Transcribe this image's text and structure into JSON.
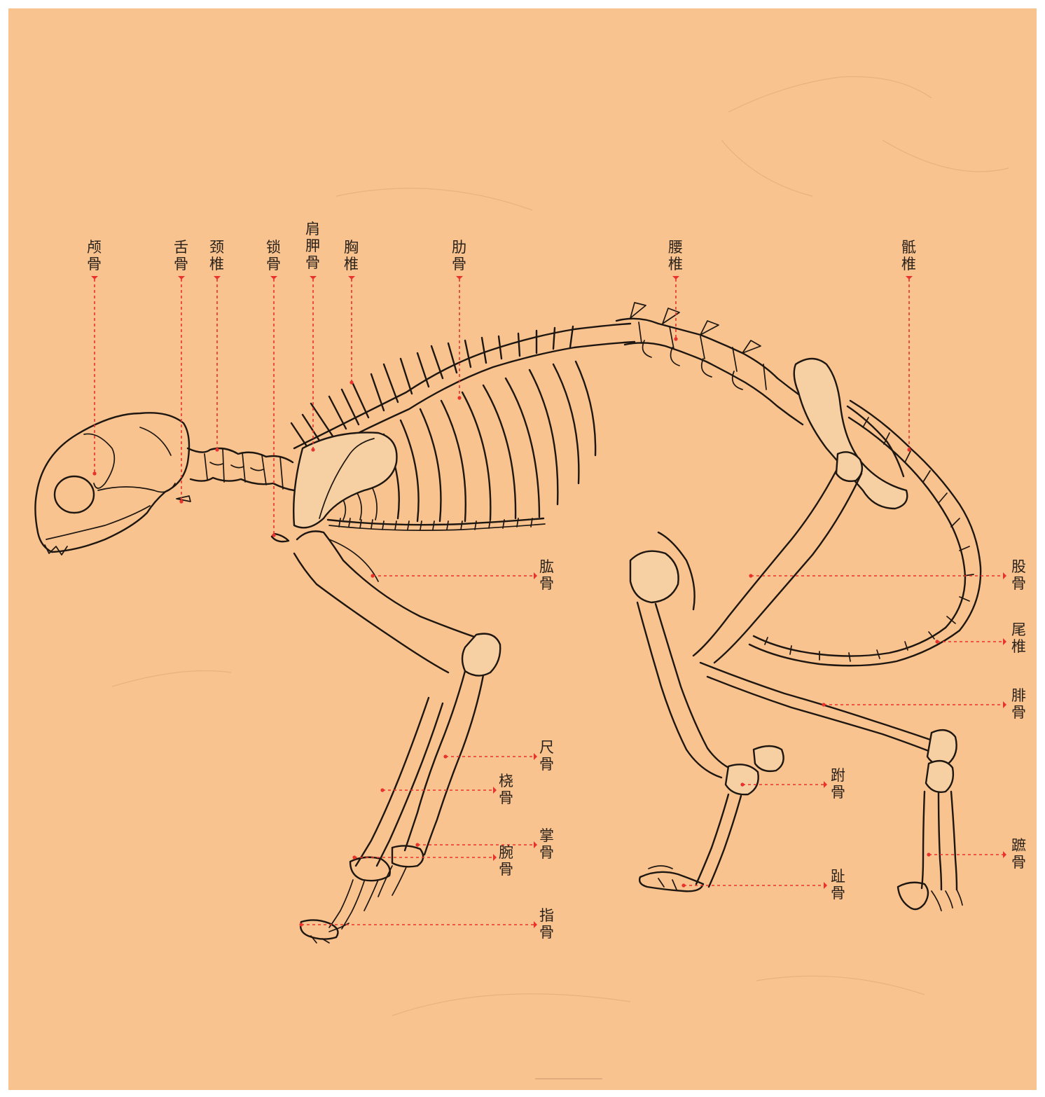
{
  "diagram": {
    "labels": {
      "skull": [
        "颅",
        "骨"
      ],
      "hyoid": [
        "舌",
        "骨"
      ],
      "cervical": [
        "颈",
        "椎"
      ],
      "clavicle": [
        "锁",
        "骨"
      ],
      "scapula": [
        "肩",
        "胛",
        "骨"
      ],
      "thoracic": [
        "胸",
        "椎"
      ],
      "rib": [
        "肋",
        "骨"
      ],
      "lumbar": [
        "腰",
        "椎"
      ],
      "sacrum": [
        "骶",
        "椎"
      ],
      "humerus": [
        "肱",
        "骨"
      ],
      "femur": [
        "股",
        "骨"
      ],
      "caudal": [
        "尾",
        "椎"
      ],
      "fibula": [
        "腓",
        "骨"
      ],
      "ulna": [
        "尺",
        "骨"
      ],
      "radius": [
        "桡",
        "骨"
      ],
      "tarsal": [
        "跗",
        "骨"
      ],
      "metacarpal": [
        "掌",
        "骨"
      ],
      "carpal": [
        "腕",
        "骨"
      ],
      "metatarsal": [
        "蹠",
        "骨"
      ],
      "toe": [
        "趾",
        "骨"
      ],
      "finger": [
        "指",
        "骨"
      ]
    },
    "colors": {
      "background": "#f8c38f",
      "leader": "#e8322d",
      "ink": "#1e1610"
    }
  }
}
